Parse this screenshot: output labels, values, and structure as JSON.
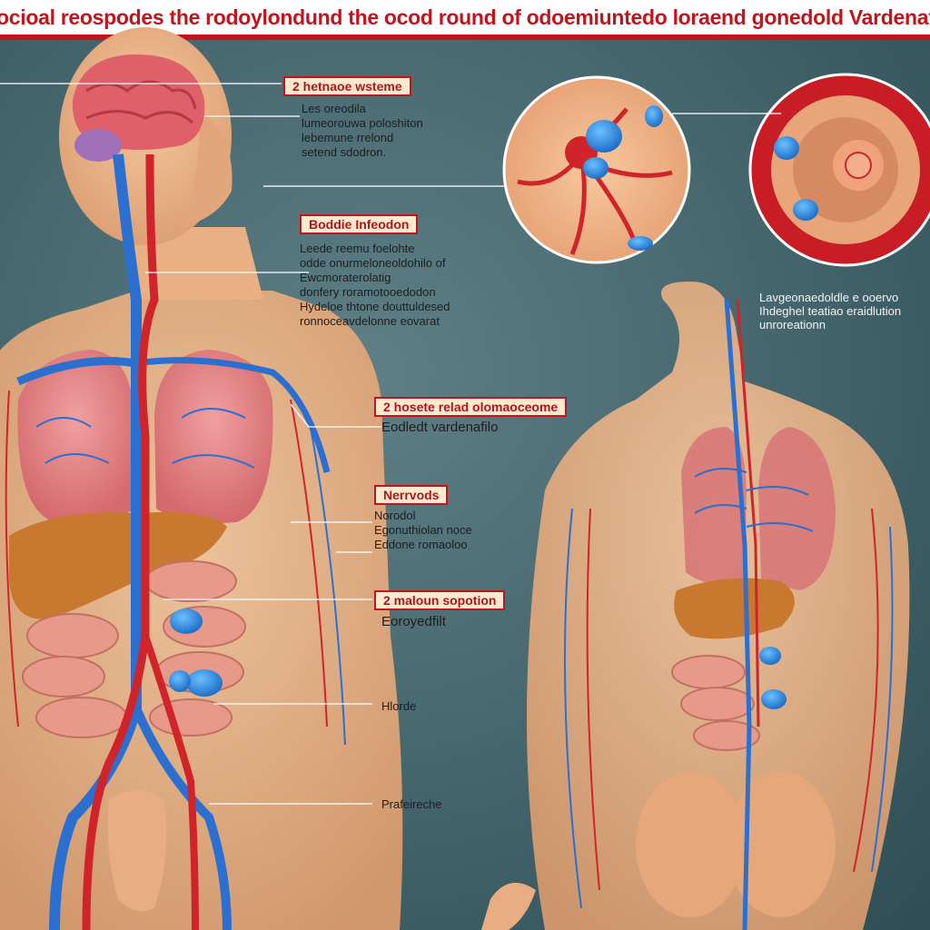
{
  "header": {
    "title": "ocioal reospodes the rodoylondund the ocod round of odoemiuntedo loraend gonedold Vardenafil"
  },
  "callouts": [
    {
      "id": "c1",
      "tag": "2 hetnaoe wsteme",
      "text": "Les oreodila\nlumeorouwa poloshiton\nlebemune rrelond\nsetend sdodron."
    },
    {
      "id": "c2",
      "tag": "Boddie Infeodon",
      "text": "Leede reemu foelohte\nodde onurmeloneoldohilo of\nEwcmoraterolatig\ndonfery roramotooedodon\nHydeloe thtone douttuldesed\nronnoceavdelonne eovarat"
    },
    {
      "id": "c3",
      "tag": "2 hosete relad olomaoceome",
      "text": "Eodledt vardenafilo"
    },
    {
      "id": "c4",
      "tag": "Nerrvods",
      "text": "Norodol\nEgonuthiolan noce\nEddone romaoloo"
    },
    {
      "id": "c5",
      "tag": "2 maloun sopotion",
      "text": "Eoroyedfilt"
    }
  ],
  "side_labels": [
    {
      "id": "s1",
      "text": "Hlorde"
    },
    {
      "id": "s2",
      "text": "Prafeireche"
    }
  ],
  "right_note": {
    "text": "Lavgeonaedoldle e ooervo\nIhdeghel teatiao eraidlution\nunroreationn"
  },
  "colors": {
    "accent": "#c3141c",
    "artery": "#d0242a",
    "vein": "#2b6fd1",
    "skin": "#eeba8c",
    "pill": "#2f8fe0"
  }
}
